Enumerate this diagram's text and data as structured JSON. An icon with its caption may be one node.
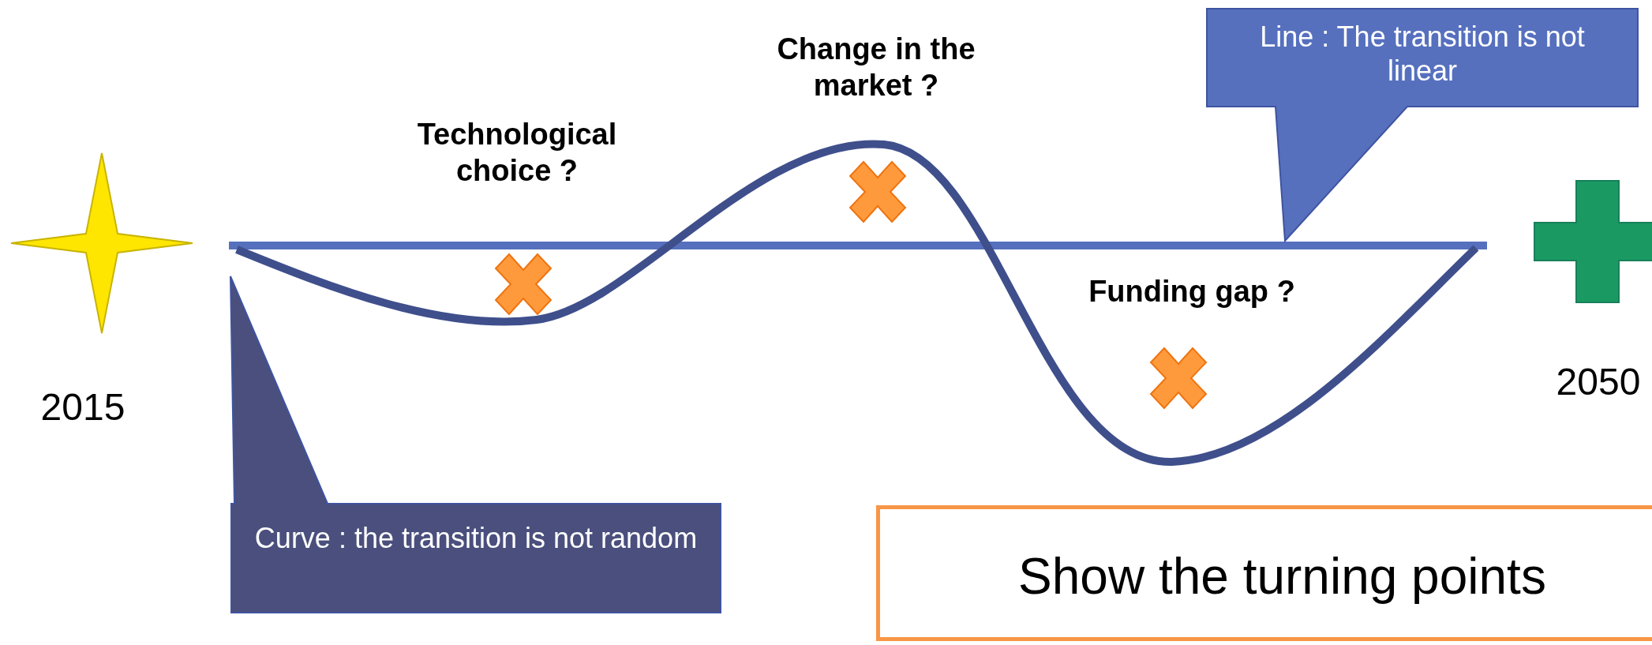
{
  "diagram": {
    "nodes": [
      {
        "text": [
          "Line : The transition is not linear"
        ]
      },
      {
        "text": [
          "Curve : the transition is not random"
        ]
      },
      {
        "text": [
          "Show the turning points"
        ]
      }
    ],
    "labels": [
      "Change in the market ?",
      "Technological choice ?",
      "Funding gap ?",
      "2015",
      "2050"
    ]
  }
}
